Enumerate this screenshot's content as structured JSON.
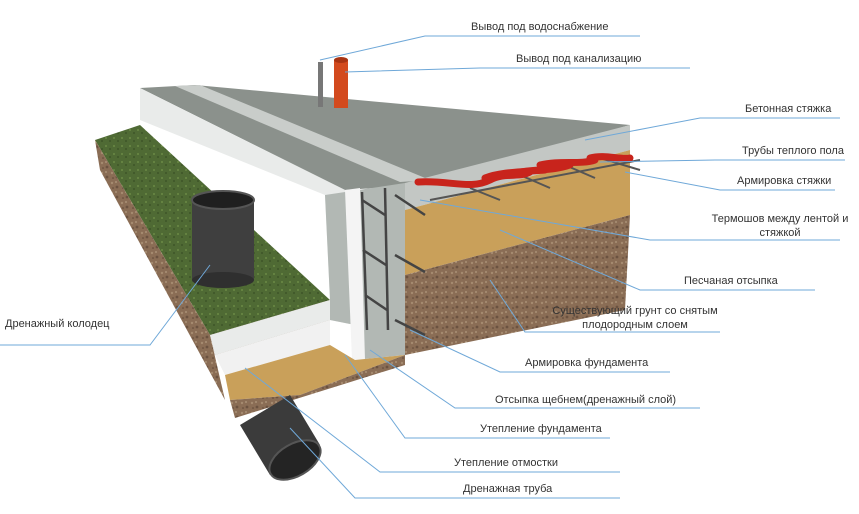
{
  "colors": {
    "leader": "#6fa8d8",
    "concrete_top": "#8b918c",
    "concrete_side": "#c8ccc9",
    "insulation": "#ececec",
    "sand": "#c9a05a",
    "soil": "#8a6d55",
    "grass": "#4f6a34",
    "heating_pipe": "#c8241c",
    "drain_pipe": "#3b3b3b",
    "rebar": "#444444"
  },
  "labels": {
    "water_supply": "Вывод под водоснабжение",
    "sewage": "Вывод под канализацию",
    "concrete_screed": "Бетонная стяжка",
    "floor_heating_pipes": "Трубы теплого пола",
    "screed_rebar": "Армировка стяжки",
    "insulation_line1": "Термошов между лентой и",
    "insulation_line2": "стяжкой",
    "sand_fill": "Песчаная отсыпка",
    "soil_line1": "Существующий грунт со снятым",
    "soil_line2": "плодородным слоем",
    "foundation_rebar": "Армировка фундамента",
    "gravel_fill": "Отсыпка щебнем(дренажный слой)",
    "foundation_insulation": "Утепление фундамента",
    "blind_area_insulation": "Утепление отмостки",
    "drain_pipe": "Дренажная труба",
    "drain_well": "Дренажный колодец"
  }
}
